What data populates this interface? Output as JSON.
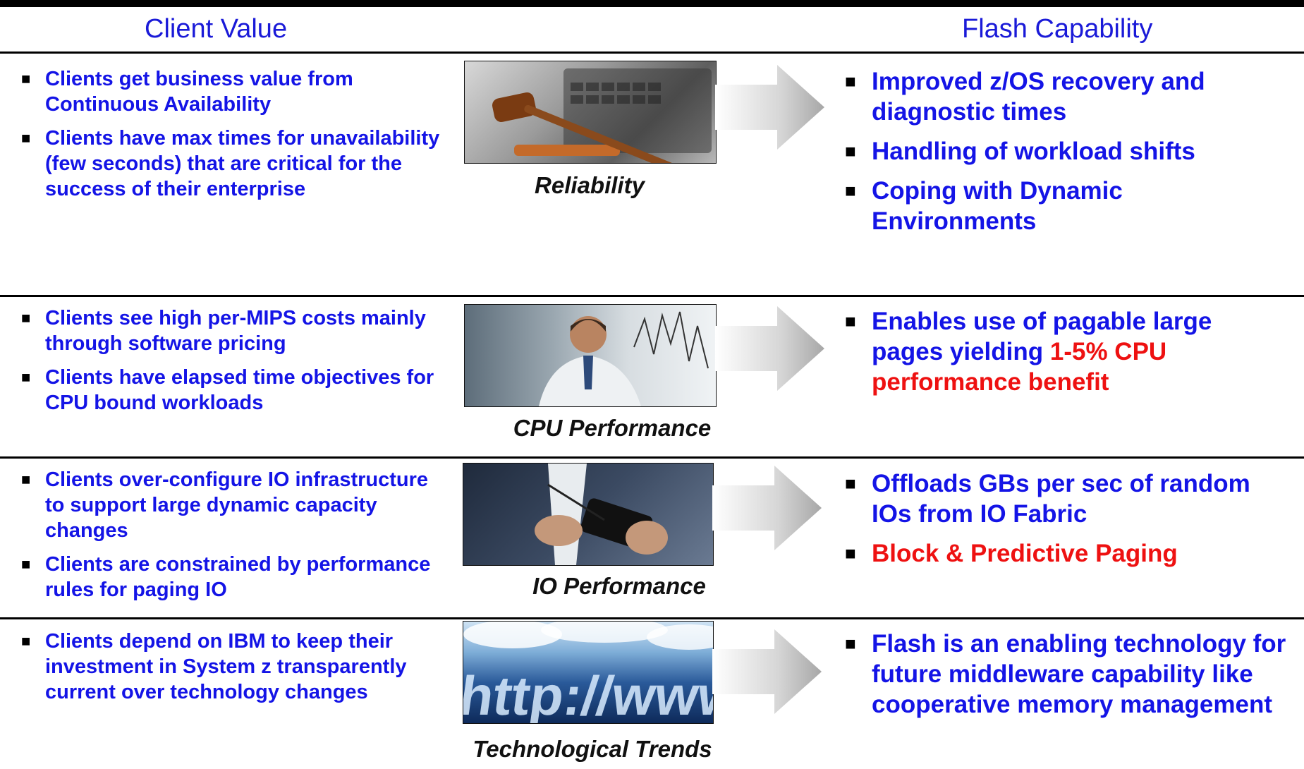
{
  "header": {
    "left_title": "Client Value",
    "right_title": "Flash Capability"
  },
  "rows": [
    {
      "left": [
        "Clients get business value from Continuous Availability",
        "Clients have max times for unavailability (few seconds) that are critical for the success of their enterprise"
      ],
      "caption": "Reliability",
      "image": "gavel-on-laptop",
      "right": [
        {
          "text": "Improved z/OS recovery and diagnostic times"
        },
        {
          "text": "Handling of workload shifts"
        },
        {
          "text": "Coping with Dynamic Environments"
        }
      ]
    },
    {
      "left": [
        "Clients see high per-MIPS costs mainly through software pricing",
        "Clients have elapsed time objectives for CPU bound workloads"
      ],
      "caption": "CPU Performance",
      "image": "man-with-stock-charts",
      "right": [
        {
          "text": "Enables use of pagable large pages yielding ",
          "highlight": "1-5% CPU performance benefit"
        }
      ]
    },
    {
      "left": [
        "Clients over-configure IO infrastructure to support large dynamic capacity changes",
        "Clients are constrained by performance rules for paging IO"
      ],
      "caption": "IO Performance",
      "image": "hands-with-mobile-device",
      "right": [
        {
          "text": "Offloads GBs per sec of random IOs from IO Fabric"
        },
        {
          "highlight": "Block & Predictive Paging"
        }
      ]
    },
    {
      "left": [
        "Clients depend on IBM to keep their investment in System z transparently current over technology changes"
      ],
      "caption": "Technological Trends",
      "image": "http-www-clouds",
      "image_text": "http://www",
      "right": [
        {
          "text": "Flash is an enabling technology for future middleware capability like cooperative memory management"
        }
      ]
    }
  ],
  "colors": {
    "text_blue": "#1414e6",
    "highlight_red": "#e11111",
    "header_blue": "#1a1ad8"
  }
}
